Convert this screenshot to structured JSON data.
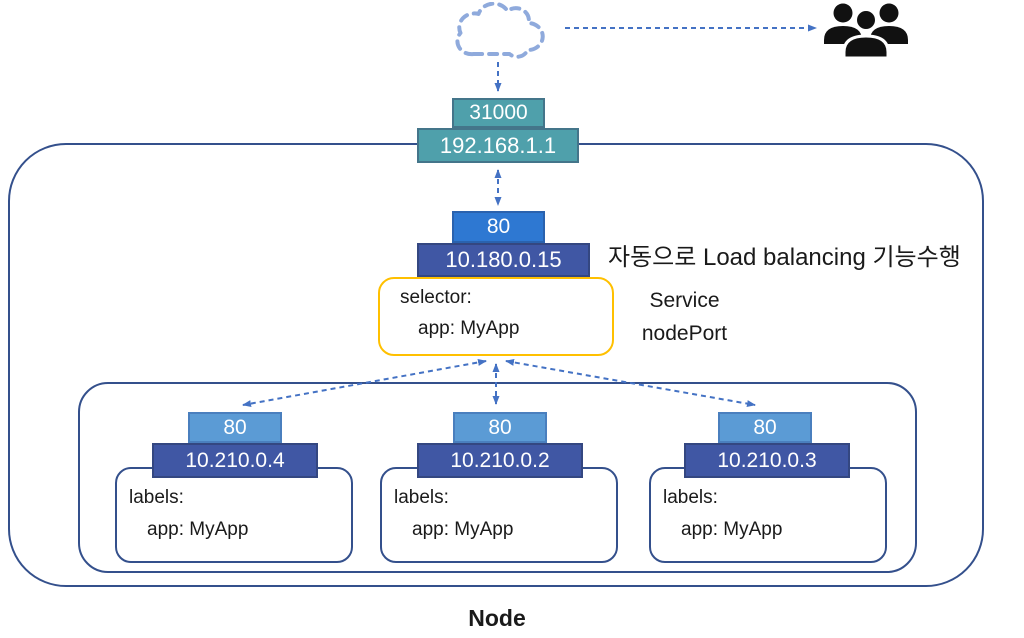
{
  "colors": {
    "teal-fill": "#4FA0AB",
    "teal-border": "#44758A",
    "blue-fill": "#2E78D2",
    "blue-border": "#2A62AE",
    "indigo-fill": "#4057A4",
    "indigo-border": "#344781",
    "lightblue-fill": "#5B9BD5",
    "lightblue-border": "#4A7FBE",
    "navy-border": "#34508C",
    "yellow-border": "#FFC000",
    "arrow": "#4472C4",
    "cloud": "#8FAADC",
    "people": "#111111",
    "text-dark": "#1a1a1a"
  },
  "external": {
    "node_port": "31000",
    "node_ip": "192.168.1.1"
  },
  "service": {
    "port": "80",
    "cluster_ip": "10.180.0.15",
    "selector_line1": "selector:",
    "selector_line2": "app: MyApp",
    "label_line1": "Service",
    "label_line2": "nodePort"
  },
  "annotation": "자동으로 Load balancing 기능수행",
  "node_label": "Node",
  "pods": [
    {
      "port": "80",
      "ip": "10.210.0.4",
      "labels_line1": "labels:",
      "labels_line2": "app: MyApp"
    },
    {
      "port": "80",
      "ip": "10.210.0.2",
      "labels_line1": "labels:",
      "labels_line2": "app: MyApp"
    },
    {
      "port": "80",
      "ip": "10.210.0.3",
      "labels_line1": "labels:",
      "labels_line2": "app: MyApp"
    }
  ],
  "icons": {
    "cloud": "internet-cloud-icon",
    "users": "external-users-icon"
  }
}
